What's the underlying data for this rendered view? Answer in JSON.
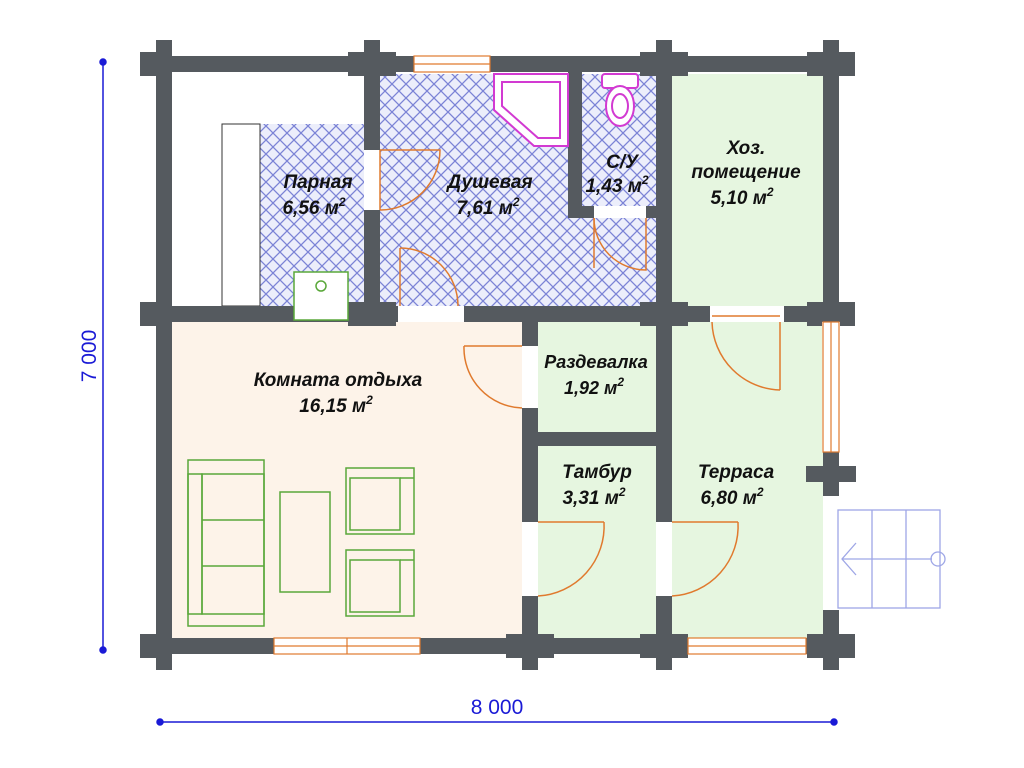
{
  "dimensions": {
    "width_label": "8 000",
    "height_label": "7 000",
    "color": "#1a1ad6"
  },
  "rooms": {
    "parnaya": {
      "name": "Парная",
      "area": "6,56 м",
      "sup": "2"
    },
    "dushevaya": {
      "name": "Душевая",
      "area": "7,61 м",
      "sup": "2"
    },
    "su": {
      "name": "С/У",
      "area": "1,43 м",
      "sup": "2"
    },
    "hoz": {
      "name_line1": "Хоз.",
      "name_line2": "помещение",
      "area": "5,10 м",
      "sup": "2"
    },
    "komnata": {
      "name": "Комната отдыха",
      "area": "16,15 м",
      "sup": "2"
    },
    "razdevalka": {
      "name": "Раздевалка",
      "area": "1,92 м",
      "sup": "2"
    },
    "tambur": {
      "name": "Тамбур",
      "area": "3,31 м",
      "sup": "2"
    },
    "terrasa": {
      "name": "Терраса",
      "area": "6,80 м",
      "sup": "2"
    }
  },
  "colors": {
    "wall": "#555a5f",
    "tile": "#7b83d6",
    "tile_bg": "#eceefb",
    "rest_room": "#fdf3e9",
    "green_room": "#e6f6e0",
    "door": "#e07a2e",
    "furniture": "#5aa83a",
    "fixture": "#d23ad2",
    "window": "#e07a2e"
  },
  "icons": {
    "sauna_stove": "stove-icon",
    "shower": "shower-tray-icon",
    "toilet": "toilet-icon",
    "stairs": "stairs-icon"
  }
}
